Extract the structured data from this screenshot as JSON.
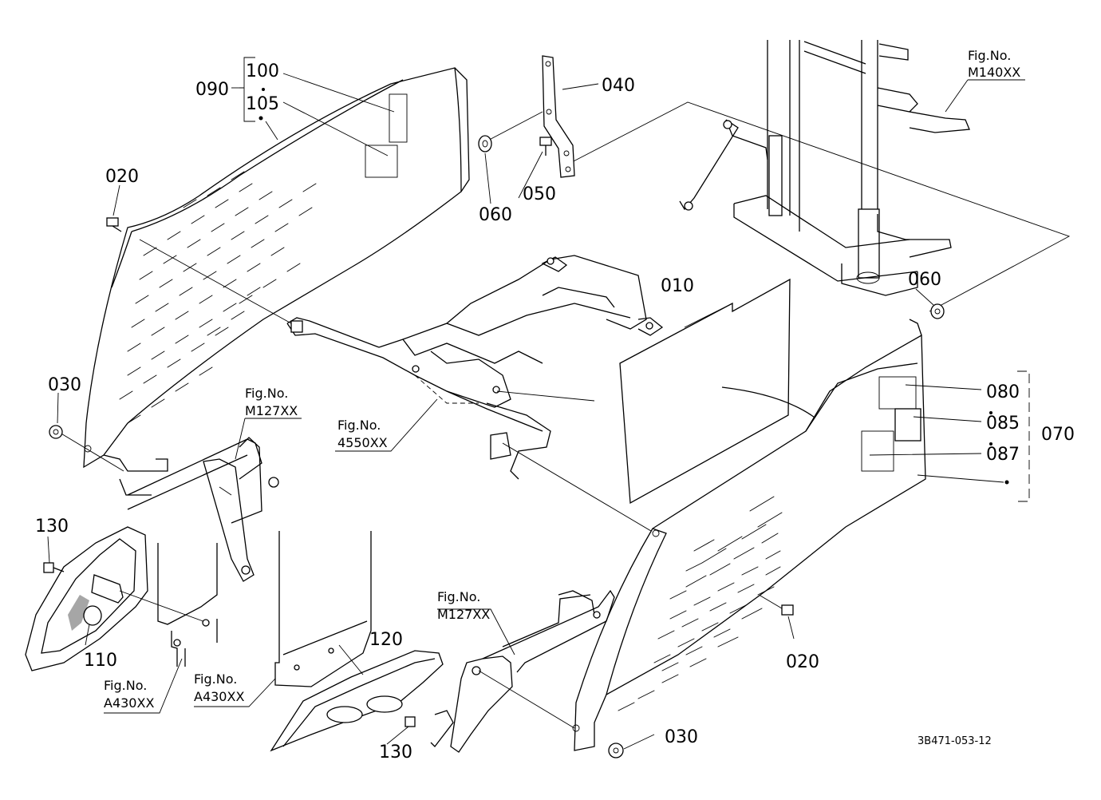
{
  "part_labels": [
    {
      "id": "p090",
      "text": "090"
    },
    {
      "id": "p100",
      "text": "100"
    },
    {
      "id": "p105",
      "text": "105"
    },
    {
      "id": "p040",
      "text": "040"
    },
    {
      "id": "p050",
      "text": "050"
    },
    {
      "id": "p060a",
      "text": "060"
    },
    {
      "id": "p020a",
      "text": "020"
    },
    {
      "id": "p030a",
      "text": "030"
    },
    {
      "id": "p010",
      "text": "010"
    },
    {
      "id": "p060b",
      "text": "060"
    },
    {
      "id": "p080",
      "text": "080"
    },
    {
      "id": "p085",
      "text": "085"
    },
    {
      "id": "p087",
      "text": "087"
    },
    {
      "id": "p070",
      "text": "070"
    },
    {
      "id": "p130a",
      "text": "130"
    },
    {
      "id": "p110",
      "text": "110"
    },
    {
      "id": "p120",
      "text": "120"
    },
    {
      "id": "p130b",
      "text": "130"
    },
    {
      "id": "p020b",
      "text": "020"
    },
    {
      "id": "p030b",
      "text": "030"
    }
  ],
  "fig_refs": [
    {
      "id": "f1",
      "head": "Fig.No.",
      "code": "M140XX"
    },
    {
      "id": "f2",
      "head": "Fig.No.",
      "code": "M127XX"
    },
    {
      "id": "f3",
      "head": "Fig.No.",
      "code": "4550XX"
    },
    {
      "id": "f4",
      "head": "Fig.No.",
      "code": "M127XX"
    },
    {
      "id": "f5",
      "head": "Fig.No.",
      "code": "A430XX"
    },
    {
      "id": "f6",
      "head": "Fig.No.",
      "code": "A430XX"
    }
  ],
  "drawing_code": "3B471-053-12"
}
